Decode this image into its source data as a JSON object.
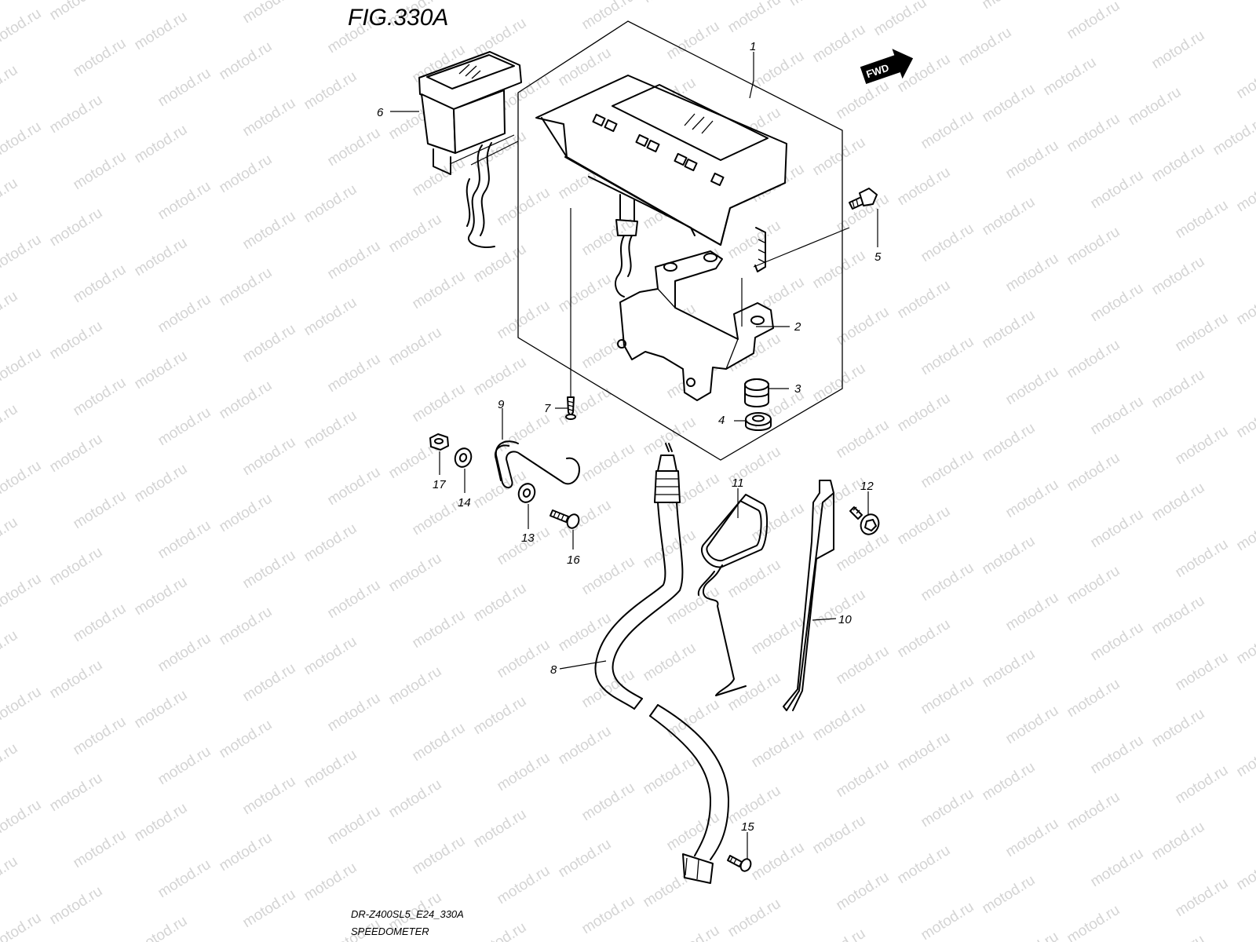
{
  "figure": {
    "title": "FIG.330A",
    "model_code": "DR-Z400SL5_E24_330A",
    "section_name": "SPEEDOMETER"
  },
  "watermark": "motod.ru",
  "direction_badge": "FWD",
  "parts": [
    {
      "ref": "1"
    },
    {
      "ref": "2"
    },
    {
      "ref": "3"
    },
    {
      "ref": "4"
    },
    {
      "ref": "5"
    },
    {
      "ref": "6"
    },
    {
      "ref": "7"
    },
    {
      "ref": "8"
    },
    {
      "ref": "9"
    },
    {
      "ref": "10"
    },
    {
      "ref": "11"
    },
    {
      "ref": "12"
    },
    {
      "ref": "13"
    },
    {
      "ref": "14"
    },
    {
      "ref": "15"
    },
    {
      "ref": "16"
    },
    {
      "ref": "17"
    }
  ]
}
